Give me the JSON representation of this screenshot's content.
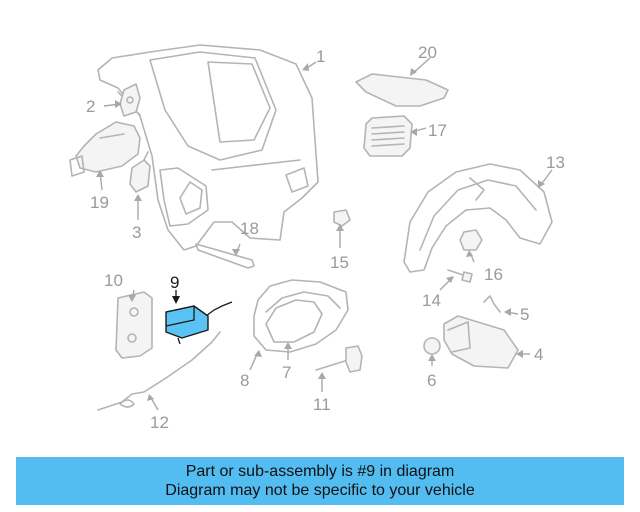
{
  "diagram": {
    "highlighted_part": "9",
    "highlight_color": "#5bc2f4",
    "parts": [
      "1",
      "2",
      "3",
      "4",
      "5",
      "6",
      "7",
      "8",
      "9",
      "10",
      "11",
      "12",
      "13",
      "14",
      "15",
      "16",
      "17",
      "18",
      "19",
      "20"
    ]
  },
  "banner": {
    "line1": "Part or sub-assembly is #9 in diagram",
    "line2": "Diagram may not be specific to your vehicle",
    "background": "#53bdf2"
  }
}
